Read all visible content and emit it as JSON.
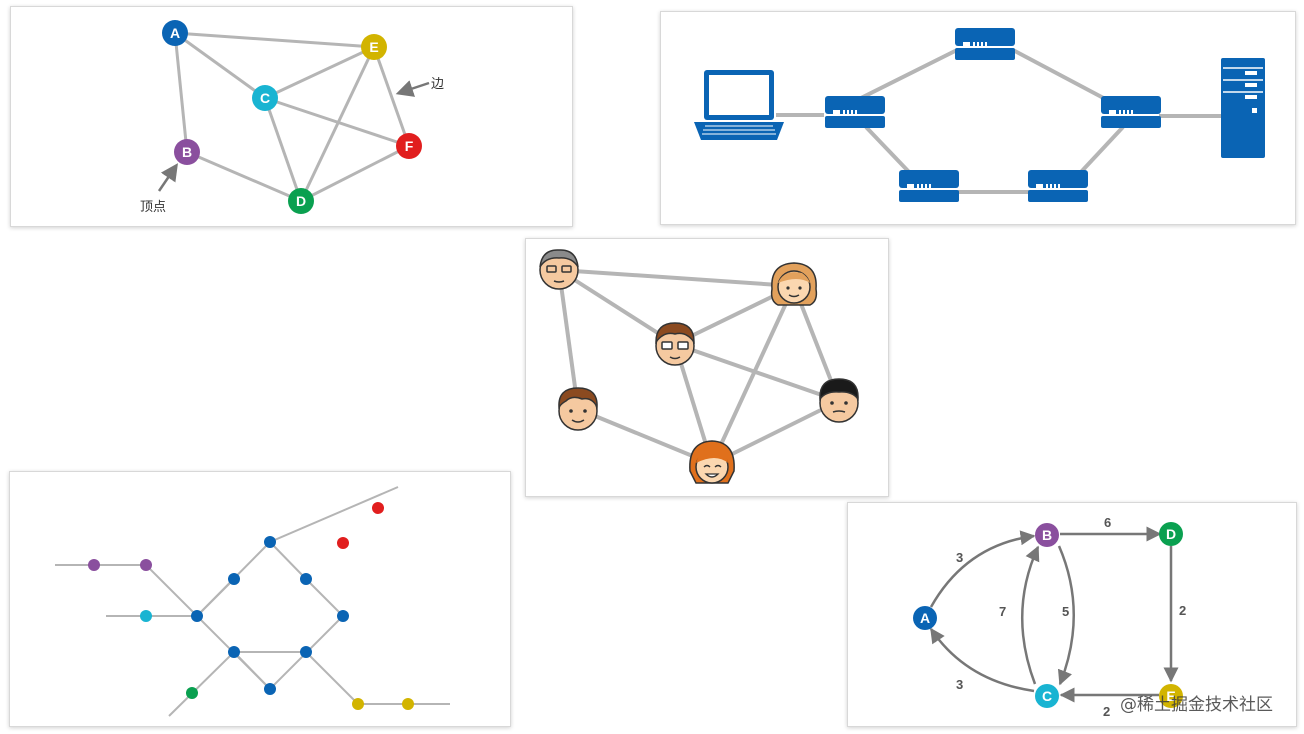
{
  "colors": {
    "edge": "#b5b5b5",
    "arrow": "#777777",
    "blue": "#0a64b4",
    "purple": "#8a4f9e",
    "cyan": "#19b4d2",
    "green": "#0aa050",
    "yellow": "#d2b400",
    "red": "#e11e1e",
    "device": "#0a64b4"
  },
  "graph_panel": {
    "nodes": [
      {
        "id": "A",
        "label": "A",
        "color": "#0a64b4"
      },
      {
        "id": "B",
        "label": "B",
        "color": "#8a4f9e"
      },
      {
        "id": "C",
        "label": "C",
        "color": "#19b4d2"
      },
      {
        "id": "D",
        "label": "D",
        "color": "#0aa050"
      },
      {
        "id": "E",
        "label": "E",
        "color": "#d2b400"
      },
      {
        "id": "F",
        "label": "F",
        "color": "#e11e1e"
      }
    ],
    "edges": [
      [
        "A",
        "E"
      ],
      [
        "A",
        "C"
      ],
      [
        "A",
        "B"
      ],
      [
        "B",
        "D"
      ],
      [
        "C",
        "E"
      ],
      [
        "C",
        "F"
      ],
      [
        "C",
        "D"
      ],
      [
        "E",
        "D"
      ],
      [
        "E",
        "F"
      ],
      [
        "F",
        "D"
      ]
    ],
    "edge_note": "边",
    "vertex_note": "顶点"
  },
  "network_panel": {
    "devices": [
      "laptop",
      "router-1",
      "router-top",
      "router-right",
      "router-bottom-left",
      "router-bottom-right",
      "server"
    ],
    "links": [
      [
        "laptop",
        "router-1"
      ],
      [
        "router-1",
        "router-top"
      ],
      [
        "router-top",
        "router-right"
      ],
      [
        "router-right",
        "server"
      ],
      [
        "router-1",
        "router-bottom-left"
      ],
      [
        "router-bottom-left",
        "router-bottom-right"
      ],
      [
        "router-bottom-right",
        "router-right"
      ]
    ]
  },
  "social_panel": {
    "people": [
      "gray-haired-man-glasses",
      "woman-light-hair",
      "man-brown-hair-glasses",
      "boy-brown-hair",
      "boy-black-hair",
      "girl-orange-hair"
    ],
    "links": [
      [
        "gray-haired-man-glasses",
        "woman-light-hair"
      ],
      [
        "gray-haired-man-glasses",
        "man-brown-hair-glasses"
      ],
      [
        "gray-haired-man-glasses",
        "boy-brown-hair"
      ],
      [
        "man-brown-hair-glasses",
        "woman-light-hair"
      ],
      [
        "man-brown-hair-glasses",
        "boy-black-hair"
      ],
      [
        "man-brown-hair-glasses",
        "girl-orange-hair"
      ],
      [
        "woman-light-hair",
        "boy-black-hair"
      ],
      [
        "woman-light-hair",
        "girl-orange-hair"
      ],
      [
        "boy-brown-hair",
        "girl-orange-hair"
      ],
      [
        "girl-orange-hair",
        "boy-black-hair"
      ]
    ]
  },
  "metro_panel": {
    "station_colors": [
      "#8a4f9e",
      "#19b4d2",
      "#0a64b4",
      "#e11e1e",
      "#0aa050",
      "#d2b400"
    ]
  },
  "weighted_panel": {
    "nodes": [
      {
        "id": "A",
        "label": "A",
        "color": "#0a64b4"
      },
      {
        "id": "B",
        "label": "B",
        "color": "#8a4f9e"
      },
      {
        "id": "C",
        "label": "C",
        "color": "#19b4d2"
      },
      {
        "id": "D",
        "label": "D",
        "color": "#0aa050"
      },
      {
        "id": "E",
        "label": "E",
        "color": "#d2b400"
      }
    ],
    "edges": [
      {
        "from": "A",
        "to": "B",
        "weight": "3"
      },
      {
        "from": "B",
        "to": "D",
        "weight": "6"
      },
      {
        "from": "C",
        "to": "B",
        "weight": "7"
      },
      {
        "from": "B",
        "to": "C",
        "weight": "5"
      },
      {
        "from": "D",
        "to": "E",
        "weight": "2"
      },
      {
        "from": "C",
        "to": "A",
        "weight": "3"
      },
      {
        "from": "E",
        "to": "C",
        "weight": "2"
      }
    ]
  },
  "watermark": "@稀土掘金技术社区"
}
